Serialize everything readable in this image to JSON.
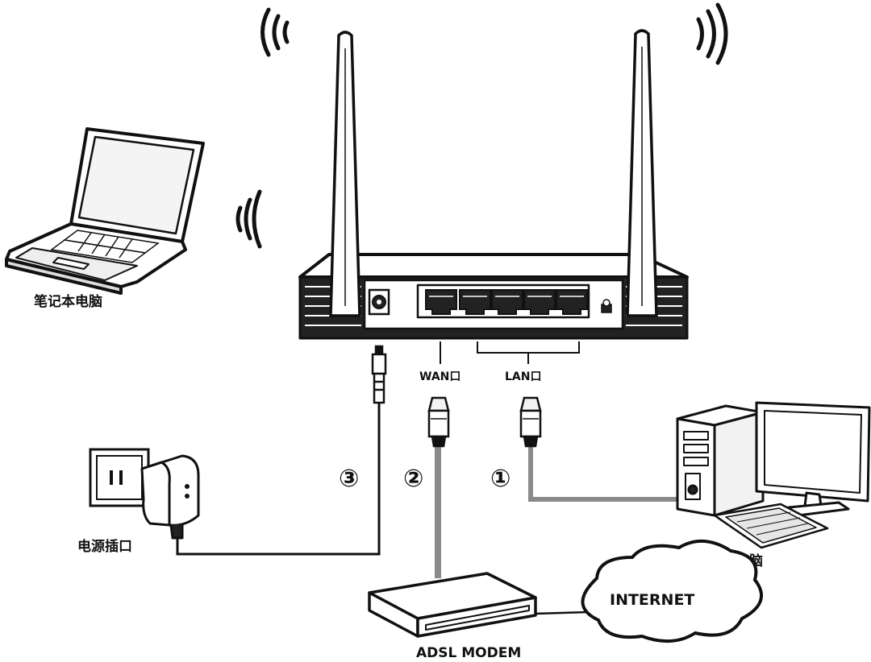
{
  "labels": {
    "laptop": "笔记本电脑",
    "socket": "电源插口",
    "desktop": "电脑",
    "wan": "WAN口",
    "lan": "LAN口",
    "modem": "ADSL MODEM",
    "internet": "INTERNET"
  },
  "steps": [
    "①",
    "②",
    "③"
  ],
  "colors": {
    "line": "#111111",
    "cable": "#8a8a8a"
  }
}
